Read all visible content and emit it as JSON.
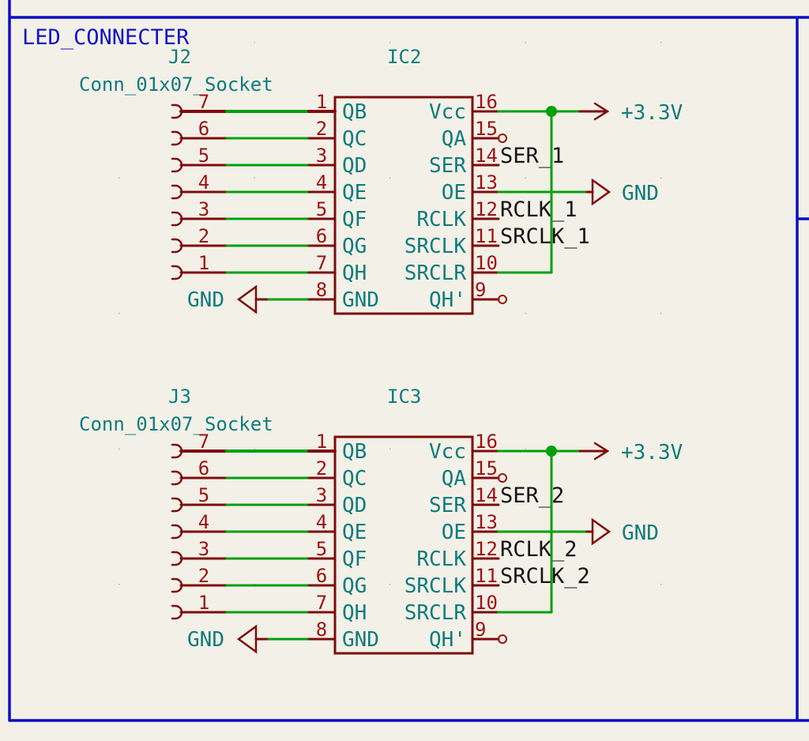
{
  "sheet": {
    "title": "LED_CONNECTER"
  },
  "colors": {
    "background": "#f3f0e7",
    "border_blue": "#0d0dc4",
    "symbol_maroon": "#7e0c0c",
    "wire_green": "#00a00a",
    "pin_number_red": "#9b1212",
    "pin_name_teal": "#0e7c7c",
    "net_label_black": "#151515",
    "grid_dot_gray": "#b4b0a7"
  },
  "blocks": [
    {
      "connector": {
        "ref": "J2",
        "value": "Conn_01x07_Socket",
        "pins": [
          "7",
          "6",
          "5",
          "4",
          "3",
          "2",
          "1"
        ],
        "gnd_label": "GND"
      },
      "ic": {
        "ref": "IC2",
        "left": [
          {
            "num": "1",
            "name": "QB"
          },
          {
            "num": "2",
            "name": "QC"
          },
          {
            "num": "3",
            "name": "QD"
          },
          {
            "num": "4",
            "name": "QE"
          },
          {
            "num": "5",
            "name": "QF"
          },
          {
            "num": "6",
            "name": "QG"
          },
          {
            "num": "7",
            "name": "QH"
          },
          {
            "num": "8",
            "name": "GND"
          }
        ],
        "right": [
          {
            "num": "16",
            "name": "Vcc",
            "conn": "power",
            "power_label": "+3.3V"
          },
          {
            "num": "15",
            "name": "QA",
            "conn": "nc"
          },
          {
            "num": "14",
            "name": "SER",
            "conn": "label",
            "label": "SER_1"
          },
          {
            "num": "13",
            "name": "OE",
            "conn": "gnd",
            "power_label": "GND"
          },
          {
            "num": "12",
            "name": "RCLK",
            "conn": "label",
            "label": "RCLK_1"
          },
          {
            "num": "11",
            "name": "SRCLK",
            "conn": "label",
            "label": "SRCLK_1"
          },
          {
            "num": "10",
            "name": "SRCLR",
            "conn": "wire"
          },
          {
            "num": "9",
            "name": "QH'",
            "conn": "nc"
          }
        ]
      }
    },
    {
      "connector": {
        "ref": "J3",
        "value": "Conn_01x07_Socket",
        "pins": [
          "7",
          "6",
          "5",
          "4",
          "3",
          "2",
          "1"
        ],
        "gnd_label": "GND"
      },
      "ic": {
        "ref": "IC3",
        "left": [
          {
            "num": "1",
            "name": "QB"
          },
          {
            "num": "2",
            "name": "QC"
          },
          {
            "num": "3",
            "name": "QD"
          },
          {
            "num": "4",
            "name": "QE"
          },
          {
            "num": "5",
            "name": "QF"
          },
          {
            "num": "6",
            "name": "QG"
          },
          {
            "num": "7",
            "name": "QH"
          },
          {
            "num": "8",
            "name": "GND"
          }
        ],
        "right": [
          {
            "num": "16",
            "name": "Vcc",
            "conn": "power",
            "power_label": "+3.3V"
          },
          {
            "num": "15",
            "name": "QA",
            "conn": "nc"
          },
          {
            "num": "14",
            "name": "SER",
            "conn": "label",
            "label": "SER_2"
          },
          {
            "num": "13",
            "name": "OE",
            "conn": "gnd",
            "power_label": "GND"
          },
          {
            "num": "12",
            "name": "RCLK",
            "conn": "label",
            "label": "RCLK_2"
          },
          {
            "num": "11",
            "name": "SRCLK",
            "conn": "label",
            "label": "SRCLK_2"
          },
          {
            "num": "10",
            "name": "SRCLR",
            "conn": "wire"
          },
          {
            "num": "9",
            "name": "QH'",
            "conn": "nc"
          }
        ]
      }
    }
  ]
}
